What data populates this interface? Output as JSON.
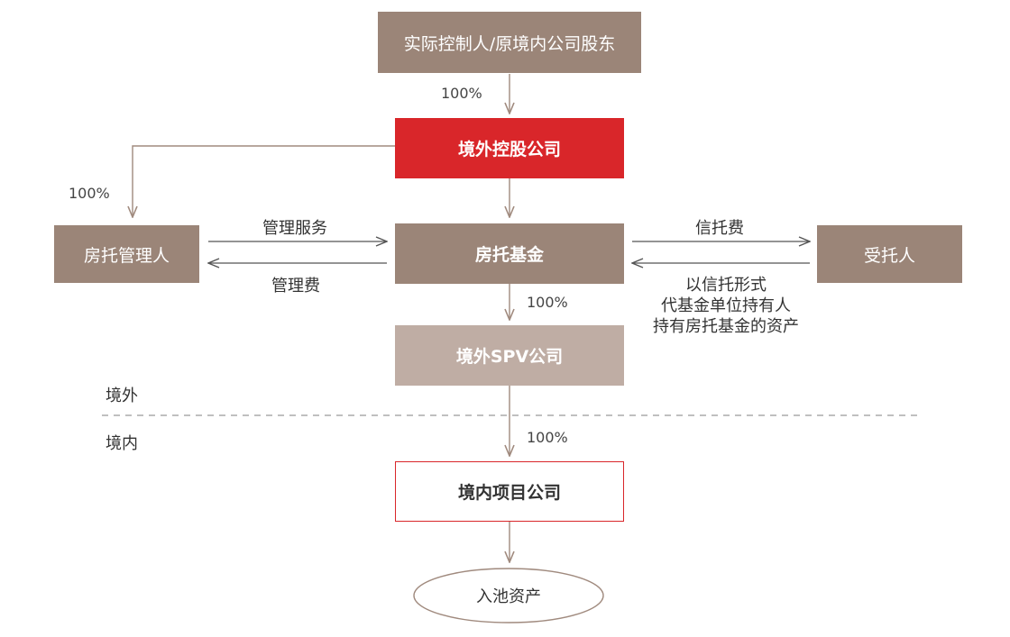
{
  "colors": {
    "brown": "#9b8578",
    "light_brown": "#bfada4",
    "red": "#d9262a",
    "line": "#a08a7e",
    "text": "#333333"
  },
  "nodes": {
    "controller": "实际控制人/原境内公司股东",
    "offshore_holding": "境外控股公司",
    "reit_manager": "房托管理人",
    "reit_fund": "房托基金",
    "trustee": "受托人",
    "offshore_spv": "境外SPV公司",
    "onshore_project": "境内项目公司",
    "pool_assets": "入池资产"
  },
  "labels": {
    "pct_controller": "100%",
    "pct_manager": "100%",
    "pct_fund_spv": "100%",
    "pct_spv_project": "100%",
    "management_service": "管理服务",
    "management_fee": "管理费",
    "trust_fee": "信托费",
    "trust_note_1": "以信托形式",
    "trust_note_2": "代基金单位持有人",
    "trust_note_3": "持有房托基金的资产",
    "offshore": "境外",
    "onshore": "境内"
  }
}
